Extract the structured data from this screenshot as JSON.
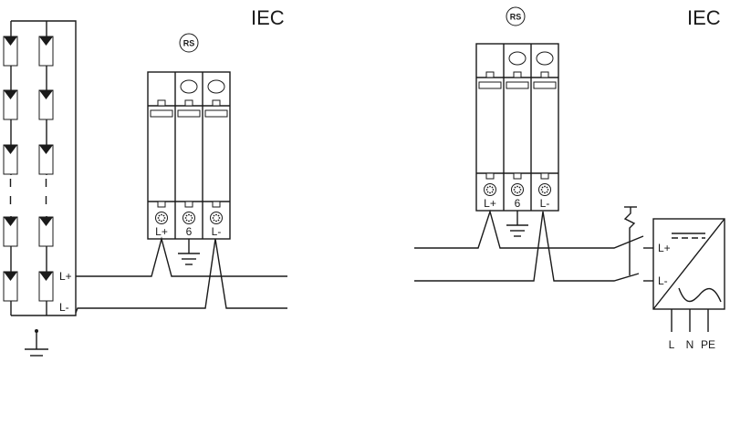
{
  "left": {
    "standard": "IEC",
    "rs_badge": "RS",
    "terminals": [
      "L+",
      "6",
      "L-"
    ],
    "wire_labels": {
      "plus": "L+",
      "minus": "L-"
    }
  },
  "right": {
    "standard": "IEC",
    "rs_badge": "RS",
    "terminals": [
      "L+",
      "6",
      "L-"
    ],
    "inverter_inputs": [
      "L+",
      "L-"
    ],
    "inverter_outputs": [
      "L",
      "N",
      "PE"
    ]
  }
}
